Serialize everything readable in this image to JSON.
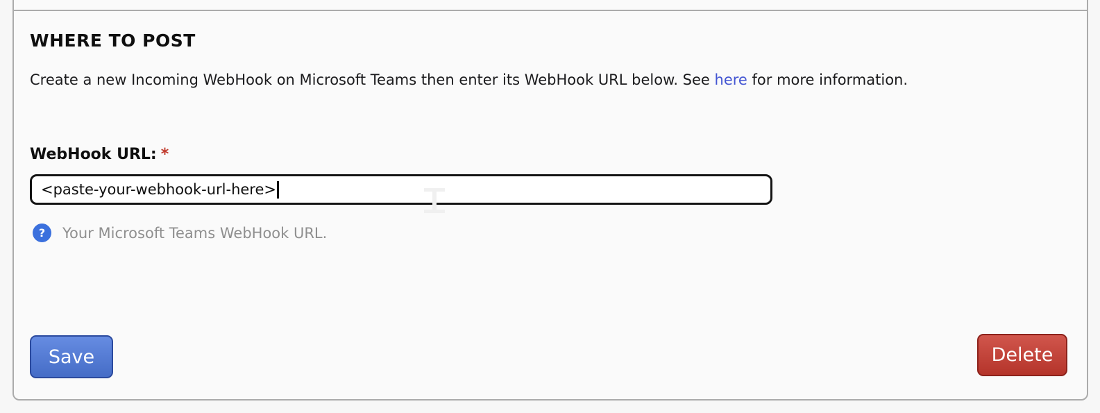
{
  "section": {
    "title": "WHERE TO POST"
  },
  "description": {
    "before": "Create a new Incoming WebHook on Microsoft Teams then enter its WebHook URL below. See ",
    "link": "here",
    "after": " for more information."
  },
  "field": {
    "label": "WebHook URL:",
    "required": "*",
    "value": "<paste-your-webhook-url-here>",
    "help_icon_glyph": "?",
    "help_text": "Your Microsoft Teams WebHook URL."
  },
  "buttons": {
    "save": "Save",
    "delete": "Delete"
  },
  "colors": {
    "page_bg": "#f7f7f7",
    "panel_bg": "#fafafa",
    "panel_border": "#ababab",
    "link": "#4355d2",
    "required": "#c0392b",
    "input_border": "#141414",
    "help_icon_bg": "#3b70dd",
    "help_text": "#8f8f8f",
    "save_bg": "#4d79dd",
    "save_border": "#2b4a9e",
    "delete_bg": "#c93a2f",
    "delete_border": "#8c221b"
  }
}
